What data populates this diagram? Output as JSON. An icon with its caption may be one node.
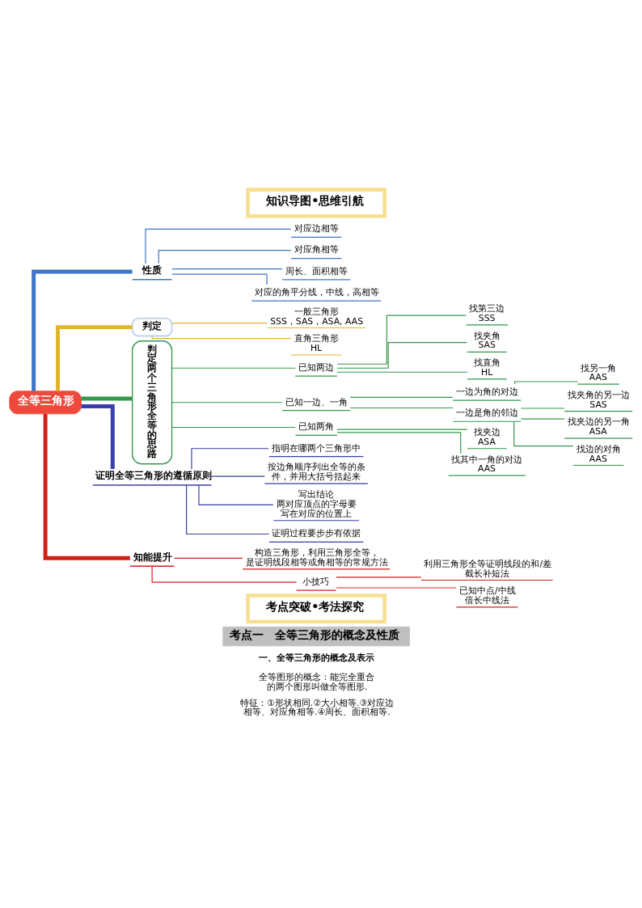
{
  "diagram": {
    "nodes": [
      {
        "text": [
          "知识导图•思维引航"
        ]
      },
      {
        "text": [
          "全等三角形"
        ]
      },
      {
        "text": [
          "性质"
        ]
      },
      {
        "text": [
          "对应边相等"
        ]
      },
      {
        "text": [
          "对应角相等"
        ]
      },
      {
        "text": [
          "周长、面积相等"
        ]
      },
      {
        "text": [
          "对应的角平分线，中线，高相等"
        ]
      },
      {
        "text": [
          "判定"
        ]
      },
      {
        "text": [
          "一般三角形",
          "SSS，SAS，ASA, AAS"
        ]
      },
      {
        "text": [
          "直角三角形",
          "HL"
        ]
      },
      {
        "text": [
          "判定两个三角形全等的思路"
        ]
      },
      {
        "text": [
          "已知两边"
        ]
      },
      {
        "text": [
          "找第三边",
          "SSS"
        ]
      },
      {
        "text": [
          "找夹角",
          "SAS"
        ]
      },
      {
        "text": [
          "找直角",
          "HL"
        ]
      },
      {
        "text": [
          "已知一边、一角"
        ]
      },
      {
        "text": [
          "一边为角的对边"
        ]
      },
      {
        "text": [
          "找另一角",
          "AAS"
        ]
      },
      {
        "text": [
          "一边是角的邻边"
        ]
      },
      {
        "text": [
          "找夹角的另一边",
          "SAS"
        ]
      },
      {
        "text": [
          "找夹边的另一角",
          "ASA"
        ]
      },
      {
        "text": [
          "找边的对角",
          "AAS"
        ]
      },
      {
        "text": [
          "已知两角"
        ]
      },
      {
        "text": [
          "找夹边",
          "ASA"
        ]
      },
      {
        "text": [
          "找其中一角的对边",
          "AAS"
        ]
      },
      {
        "text": [
          "证明全等三角形的遵循原则"
        ]
      },
      {
        "text": [
          "指明在哪两个三角形中"
        ]
      },
      {
        "text": [
          "按边角顺序列出全等的条件，并用大括号括起来"
        ]
      },
      {
        "text": [
          "写出结论",
          "两对应顶点的字母要写在对应的位置上"
        ]
      },
      {
        "text": [
          "证明过程要步步有依据"
        ]
      },
      {
        "text": [
          "知能提升"
        ]
      },
      {
        "text": [
          "构造三角形，利用三角形全等，是证明线段相等或角相等的常规方法"
        ]
      },
      {
        "text": [
          "小技巧"
        ]
      },
      {
        "text": [
          "利用三角形全等证明线段的和/差",
          "截长补短法"
        ]
      },
      {
        "text": [
          "已知中点/中线",
          "倍长中线法"
        ]
      },
      {
        "text": [
          "考点突破•考法探究"
        ]
      },
      {
        "text": [
          "考点一　全等三角形的概念及性质"
        ]
      }
    ],
    "edges": [
      {
        "from": 1,
        "to": 2,
        "arrow": "none",
        "style": "thick",
        "color": "#3f74c9"
      },
      {
        "from": 2,
        "to": 3,
        "arrow": "none",
        "color": "#3f74c9"
      },
      {
        "from": 2,
        "to": 4,
        "arrow": "none",
        "color": "#3f74c9"
      },
      {
        "from": 2,
        "to": 5,
        "arrow": "none",
        "color": "#3f74c9"
      },
      {
        "from": 2,
        "to": 6,
        "arrow": "none",
        "color": "#3f74c9"
      },
      {
        "from": 1,
        "to": 7,
        "arrow": "none",
        "style": "thick",
        "color": "#e0b52c"
      },
      {
        "from": 7,
        "to": 8,
        "arrow": "none",
        "color": "#e0b52c"
      },
      {
        "from": 7,
        "to": 9,
        "arrow": "none",
        "color": "#e0b52c"
      },
      {
        "from": 1,
        "to": 10,
        "arrow": "none",
        "style": "thick"
      },
      {
        "from": 10,
        "to": 11,
        "arrow": "none"
      },
      {
        "from": 11,
        "to": 12,
        "arrow": "none"
      },
      {
        "from": 11,
        "to": 13,
        "arrow": "none"
      },
      {
        "from": 11,
        "to": 14,
        "arrow": "none"
      },
      {
        "from": 10,
        "to": 15,
        "arrow": "none"
      },
      {
        "from": 15,
        "to": 16,
        "arrow": "none"
      },
      {
        "from": 16,
        "to": 17,
        "arrow": "none"
      },
      {
        "from": 15,
        "to": 18,
        "arrow": "none"
      },
      {
        "from": 18,
        "to": 19,
        "arrow": "none"
      },
      {
        "from": 18,
        "to": 20,
        "arrow": "none"
      },
      {
        "from": 18,
        "to": 21,
        "arrow": "none"
      },
      {
        "from": 10,
        "to": 22,
        "arrow": "none"
      },
      {
        "from": 22,
        "to": 23,
        "arrow": "none"
      },
      {
        "from": 22,
        "to": 24,
        "arrow": "none"
      },
      {
        "from": 1,
        "to": 25,
        "arrow": "none",
        "style": "thick",
        "color": "#3b3ea8"
      },
      {
        "from": 25,
        "to": 26,
        "arrow": "none",
        "color": "#3b3ea8"
      },
      {
        "from": 25,
        "to": 27,
        "arrow": "none",
        "color": "#3b3ea8"
      },
      {
        "from": 25,
        "to": 28,
        "arrow": "none",
        "color": "#3b3ea8"
      },
      {
        "from": 25,
        "to": 29,
        "arrow": "none",
        "color": "#3b3ea8"
      },
      {
        "from": 1,
        "to": 30,
        "arrow": "none",
        "style": "thick",
        "color": "#d0201a"
      },
      {
        "from": 30,
        "to": 31,
        "arrow": "none",
        "color": "#d0201a"
      },
      {
        "from": 30,
        "to": 32,
        "arrow": "none",
        "color": "#d0201a"
      },
      {
        "from": 32,
        "to": 33,
        "arrow": "none",
        "color": "#d0201a"
      },
      {
        "from": 32,
        "to": 34,
        "arrow": "none",
        "color": "#d0201a"
      }
    ],
    "labels": [
      "一、全等三角形的概念及表示",
      "全等图形的概念：能完全重合的两个图形叫做全等图形.",
      "特征：①形状相同.②大小相等.③对应边相等、对应角相等.④周长、面积相等."
    ]
  }
}
